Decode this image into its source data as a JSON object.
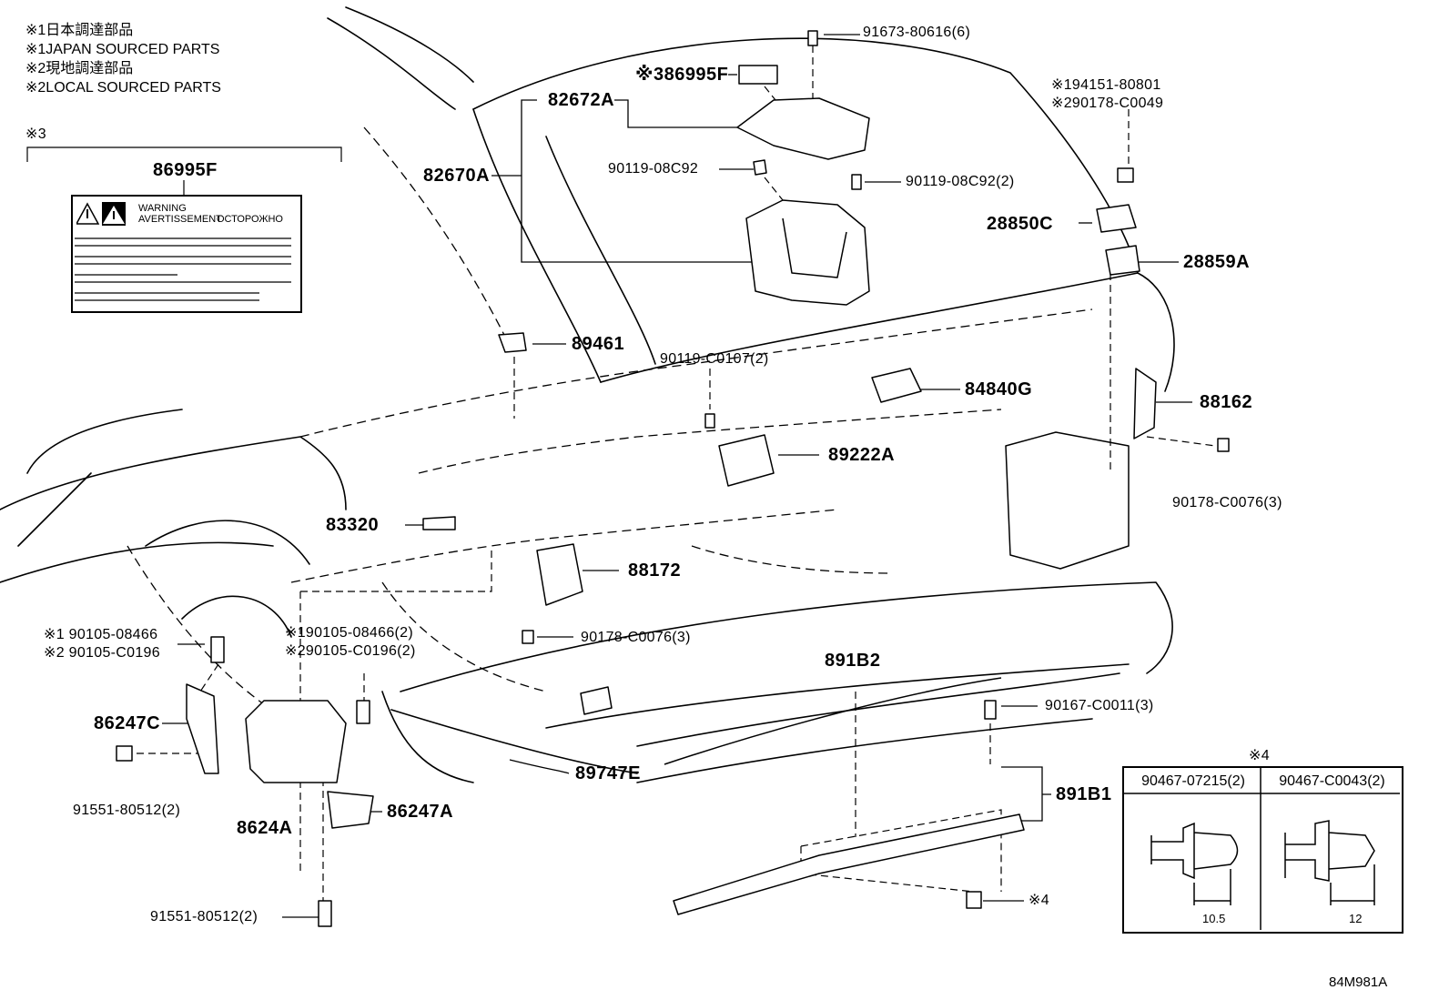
{
  "notes": [
    "※1日本調達部品",
    "※1JAPAN SOURCED PARTS",
    "※2現地調達部品",
    "※2LOCAL SOURCED PARTS"
  ],
  "label_group": {
    "marker": "※3",
    "part_number": "86995F",
    "warning_en": "WARNING",
    "warning_fr": "AVERTISSEMENT",
    "warning_ru": "ОСТОРОЖНО"
  },
  "callouts": {
    "p91673": "91673-80616(6)",
    "p86995F_top": "※386995F",
    "p82672A": "82672A",
    "p82670A": "82670A",
    "p90119_08C92": "90119-08C92",
    "p90119_08C92_2": "90119-08C92(2)",
    "p194151": "※194151-80801",
    "p290178": "※290178-C0049",
    "p28850C": "28850C",
    "p28859A": "28859A",
    "p89461": "89461",
    "p90119_C0107": "90119-C0107(2)",
    "p84840G": "84840G",
    "p88162": "88162",
    "p89222A": "89222A",
    "p90178_C0076_right": "90178-C0076(3)",
    "p83320": "83320",
    "p88172": "88172",
    "p90178_C0076_mid": "90178-C0076(3)",
    "p190105_08466": "※1 90105-08466",
    "p290105_C0196": "※2 90105-C0196",
    "p190105_08466_2": "※190105-08466(2)",
    "p290105_C0196_2": "※290105-C0196(2)",
    "p891B2": "891B2",
    "p90167": "90167-C0011(3)",
    "p86247C": "86247C",
    "p89747E": "89747E",
    "p891B1": "891B1",
    "p91551_left": "91551-80512(2)",
    "p8624A": "8624A",
    "p86247A": "86247A",
    "p91551_bottom": "91551-80512(2)",
    "p_note4": "※4"
  },
  "clip_table": {
    "marker": "※4",
    "col1": "90467-07215(2)",
    "col2": "90467-C0043(2)",
    "dim1": "10.5",
    "dim2": "12"
  },
  "drawing_id": "84M981A"
}
